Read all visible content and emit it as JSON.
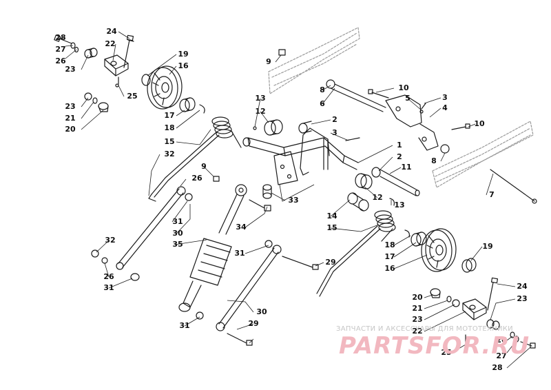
{
  "callouts": [
    {
      "id": "28",
      "label": "28"
    },
    {
      "id": "27",
      "label": "27"
    },
    {
      "id": "26",
      "label": "26"
    },
    {
      "id": "24",
      "label": "24"
    },
    {
      "id": "22",
      "label": "22"
    },
    {
      "id": "23",
      "label": "23"
    },
    {
      "id": "19",
      "label": "19"
    },
    {
      "id": "16",
      "label": "16"
    },
    {
      "id": "25",
      "label": "25"
    },
    {
      "id": "21",
      "label": "21"
    },
    {
      "id": "20",
      "label": "20"
    },
    {
      "id": "17",
      "label": "17"
    },
    {
      "id": "18",
      "label": "18"
    },
    {
      "id": "15",
      "label": "15"
    },
    {
      "id": "32",
      "label": "32"
    },
    {
      "id": "9",
      "label": "9"
    },
    {
      "id": "8",
      "label": "8"
    },
    {
      "id": "6",
      "label": "6"
    },
    {
      "id": "10",
      "label": "10"
    },
    {
      "id": "5",
      "label": "5"
    },
    {
      "id": "3",
      "label": "3"
    },
    {
      "id": "4",
      "label": "4"
    },
    {
      "id": "13",
      "label": "13"
    },
    {
      "id": "12",
      "label": "12"
    },
    {
      "id": "2",
      "label": "2"
    },
    {
      "id": "1",
      "label": "1"
    },
    {
      "id": "11",
      "label": "11"
    },
    {
      "id": "7",
      "label": "7"
    },
    {
      "id": "33",
      "label": "33"
    },
    {
      "id": "34",
      "label": "34"
    },
    {
      "id": "14",
      "label": "14"
    },
    {
      "id": "31",
      "label": "31"
    },
    {
      "id": "30",
      "label": "30"
    },
    {
      "id": "35",
      "label": "35"
    },
    {
      "id": "29",
      "label": "29"
    }
  ],
  "watermark": {
    "line1": "ЗАПЧАСТИ И АКСЕССУАРЫ ДЛЯ МОТОТЕХНИКИ",
    "line2": "PARTSFOR.RU"
  },
  "colors": {
    "line": "#1a1a1a",
    "rail": "#9a9a9a",
    "watermark": "#f2b8c0"
  }
}
